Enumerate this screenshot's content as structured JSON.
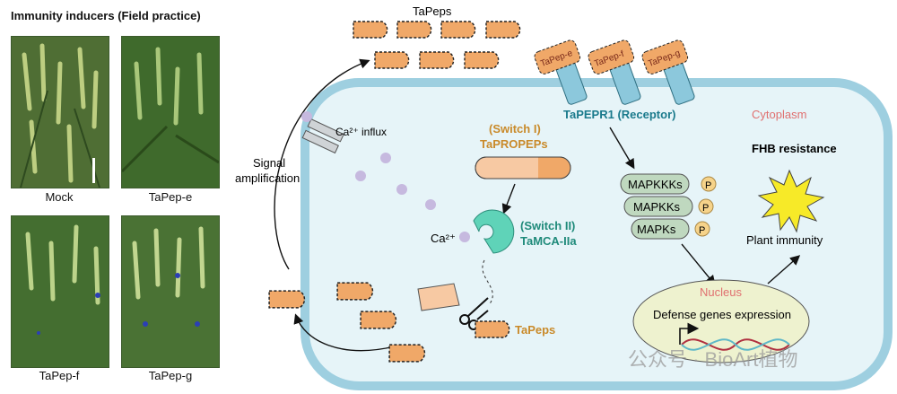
{
  "panel_title": "Immunity inducers (Field practice)",
  "photos": [
    {
      "label": "Mock"
    },
    {
      "label": "TaPep-e"
    },
    {
      "label": "TaPep-f"
    },
    {
      "label": "TaPep-g"
    }
  ],
  "labels": {
    "tapeps_top": "TaPeps",
    "signal_amplification_1": "Signal",
    "signal_amplification_2": "amplification",
    "ca_influx": "Ca²⁺ influx",
    "switch1_a": "(Switch I)",
    "switch1_b": "TaPROPEPs",
    "switch2_a": "(Switch II)",
    "switch2_b": "TaMCA-IIa",
    "ca": "Ca²⁺",
    "tapeps_bottom": "TaPeps",
    "receptor": "TaPEPR1 (Receptor)",
    "cytoplasm": "Cytoplasm",
    "fhb": "FHB resistance",
    "plant_immunity": "Plant immunity",
    "mapkkks": "MAPKKKs",
    "mapkks": "MAPKKs",
    "mapks": "MAPKs",
    "p": "P",
    "nucleus": "Nucleus",
    "defense": "Defense genes expression",
    "receptor_pep_e": "TaPep-e",
    "receptor_pep_f": "TaPep-f",
    "receptor_pep_g": "TaPep-g",
    "watermark": "公众号 · BioArt植物"
  },
  "colors": {
    "pep_fill": "#f0a868",
    "cell_fill": "#e6f4f8",
    "cell_stroke": "#9ecfe0",
    "receptor": "#8cc8dc",
    "switch1_text": "#c98a2a",
    "switch2_text": "#1f8a7a",
    "receptor_text": "#1a7a8c",
    "mapk_fill": "#bfd8bf",
    "phospho": "#f6d38a",
    "nucleus_fill": "#eef2cf",
    "nucleus_text": "#e07070",
    "calcium": "#c6b9df",
    "mca": "#5fd3b8"
  }
}
